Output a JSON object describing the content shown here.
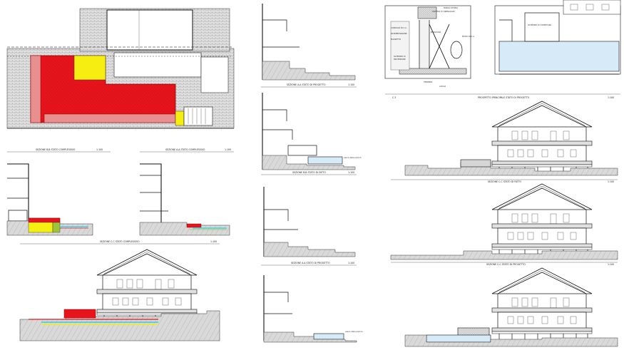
{
  "sheet": {
    "colors": {
      "red": "#e8141c",
      "red_dark": "#b01010",
      "yellow": "#f5ee10",
      "pink": "#e89090",
      "green": "#9fc43a",
      "cyan": "#3fd0e8",
      "pool_blue": "#d6eaf8",
      "ground": "#d6d6d6",
      "hatch": "#c8c8c8"
    },
    "left": {
      "section_bb_title": "SEZIONE B-B STATO COMPLESSIVO",
      "section_bb_scale": "1:100",
      "section_aa_title": "SEZIONE A-A STATO COMPLESSIVO",
      "section_aa_scale": "1:100",
      "section_cc_title": "SEZIONE C-C STATO COMPLESSIVO",
      "section_cc_scale": "1:100"
    },
    "middle": {
      "title_1": "SEZIONE A-A STATO DI PROGETTO",
      "scale_1": "1:100",
      "title_2": "SEZIONE B-B STATO DI FATTO",
      "scale_2": "1:100",
      "title_3": "SEZIONE A-A STATO DI PROGETTO",
      "scale_3": "1:100",
      "pool_note_1": "vasca della piscina",
      "pool_note_2": "vasca della piscina"
    },
    "detail": {
      "label_a": "CORDOLO IN C.A.",
      "label_b": "PAVIMENTAZIONE",
      "label_c": "MASSETTO",
      "label_d": "BORDO SFIORO",
      "label_e": "SISTEMA DI DRENAGGIO",
      "label_f": "MURATURA",
      "label_g": "MURO DI C.A.",
      "label_h": "TERRENO",
      "label_i": "ACQUA",
      "caption": "C.3",
      "plan_label": "SCHERMO DI COPERTURA"
    },
    "right": {
      "title_1": "PROSPETTO PRINCIPALE STATO DI PROGETTO",
      "scale_1": "1:100",
      "title_2": "SEZIONE C-C STATO DI FATTO",
      "scale_2": "1:100",
      "title_3": "SEZIONE C-C STATO DI PROGETTO",
      "scale_3": "1:100"
    }
  }
}
